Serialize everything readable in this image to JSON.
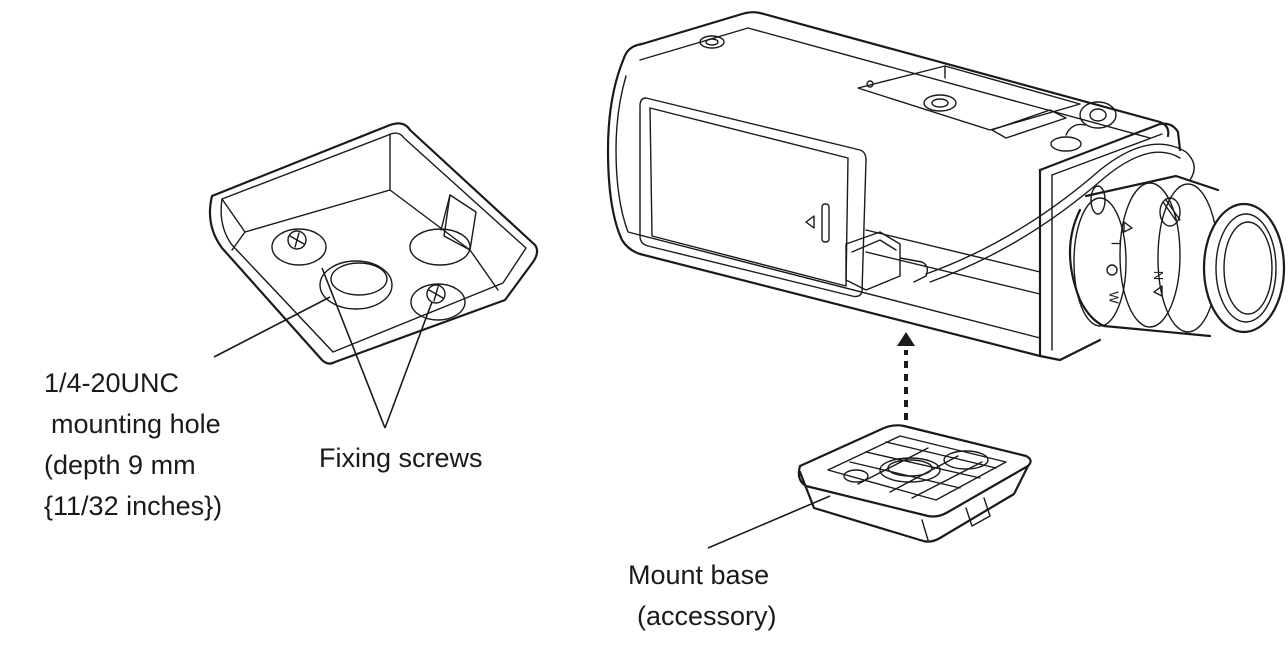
{
  "labels": {
    "mounting_hole": [
      "1/4-20UNC",
      "mounting hole",
      "(depth 9 mm",
      "{11/32 inches})"
    ],
    "fixing_screws": "Fixing screws",
    "mount_base": [
      "Mount base",
      "(accessory)"
    ]
  },
  "camera_markings": {
    "lens_t": "T",
    "lens_w": "W",
    "lens_n": "N"
  },
  "colors": {
    "ink": "#1a1a1a",
    "background": "#ffffff"
  }
}
